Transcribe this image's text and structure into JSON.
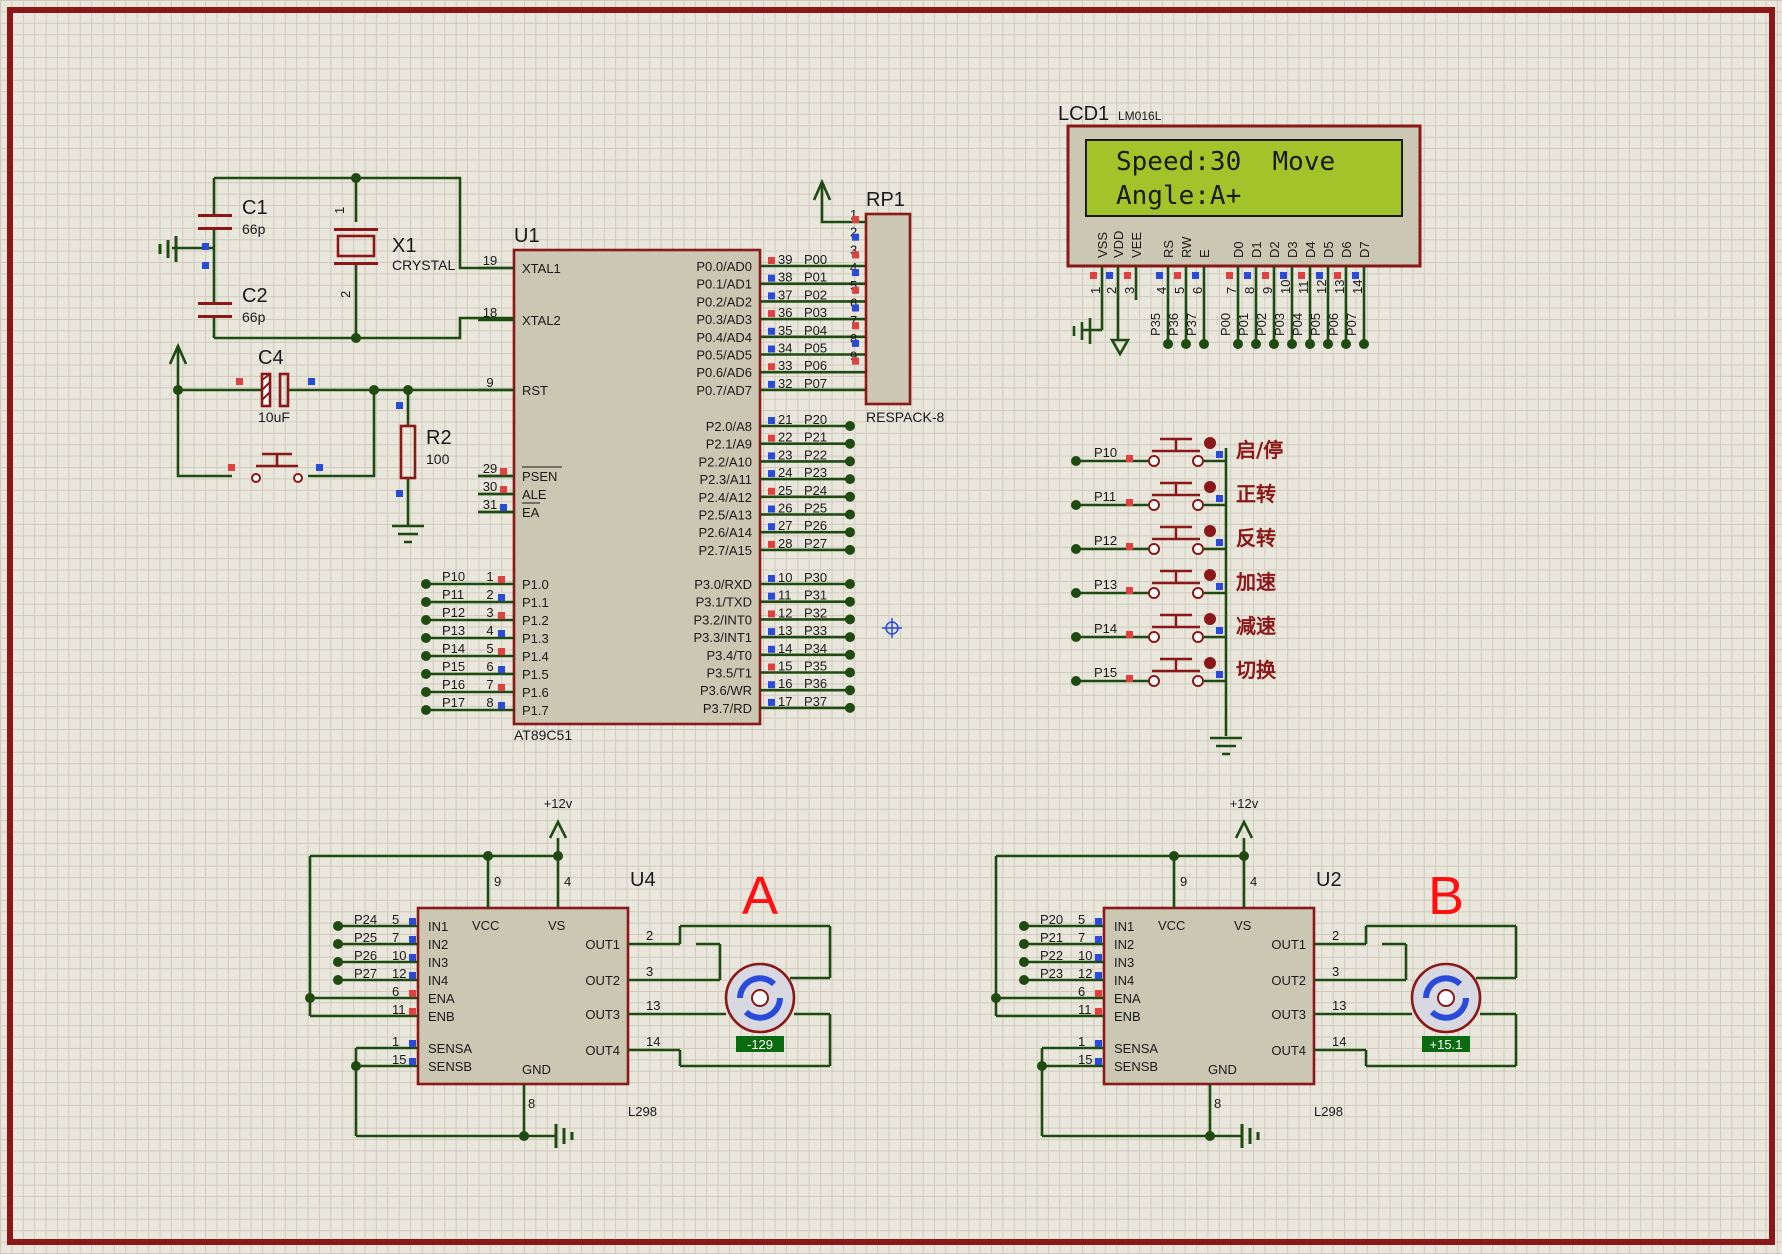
{
  "mcu": {
    "ref": "U1",
    "part": "AT89C51",
    "left_pins": [
      "XTAL1",
      "XTAL2",
      "RST",
      "PSEN",
      "ALE",
      "EA",
      "P1.0",
      "P1.1",
      "P1.2",
      "P1.3",
      "P1.4",
      "P1.5",
      "P1.6",
      "P1.7"
    ],
    "left_nums": [
      "19",
      "18",
      "9",
      "29",
      "30",
      "31",
      "1",
      "2",
      "3",
      "4",
      "5",
      "6",
      "7",
      "8"
    ],
    "p1_nets": [
      "P10",
      "P11",
      "P12",
      "P13",
      "P14",
      "P15",
      "P16",
      "P17"
    ],
    "right_pins": [
      "P0.0/AD0",
      "P0.1/AD1",
      "P0.2/AD2",
      "P0.3/AD3",
      "P0.4/AD4",
      "P0.5/AD5",
      "P0.6/AD6",
      "P0.7/AD7",
      "P2.0/A8",
      "P2.1/A9",
      "P2.2/A10",
      "P2.3/A11",
      "P2.4/A12",
      "P2.5/A13",
      "P2.6/A14",
      "P2.7/A15",
      "P3.0/RXD",
      "P3.1/TXD",
      "P3.2/INT0",
      "P3.3/INT1",
      "P3.4/T0",
      "P3.5/T1",
      "P3.6/WR",
      "P3.7/RD"
    ],
    "right_nums": [
      "39",
      "38",
      "37",
      "36",
      "35",
      "34",
      "33",
      "32",
      "21",
      "22",
      "23",
      "24",
      "25",
      "26",
      "27",
      "28",
      "10",
      "11",
      "12",
      "13",
      "14",
      "15",
      "16",
      "17"
    ],
    "right_nets": [
      "P00",
      "P01",
      "P02",
      "P03",
      "P04",
      "P05",
      "P06",
      "P07",
      "P20",
      "P21",
      "P22",
      "P23",
      "P24",
      "P25",
      "P26",
      "P27",
      "P30",
      "P31",
      "P32",
      "P33",
      "P34",
      "P35",
      "P36",
      "P37"
    ]
  },
  "crystal": {
    "c1": "C1",
    "c1v": "66p",
    "c2": "C2",
    "c2v": "66p",
    "x1": "X1",
    "x1v": "CRYSTAL",
    "p1": "1",
    "p2": "2"
  },
  "reset": {
    "c4": "C4",
    "c4v": "10uF",
    "r2": "R2",
    "r2v": "100"
  },
  "rp1": {
    "ref": "RP1",
    "part": "RESPACK-8",
    "pins": [
      "1",
      "2",
      "3",
      "4",
      "5",
      "6",
      "7",
      "8",
      "9"
    ]
  },
  "lcd": {
    "ref": "LCD1",
    "part": "LM016L",
    "line1": "Speed:30  Move",
    "line2": "Angle:A+",
    "pins": [
      "VSS",
      "VDD",
      "VEE",
      "RS",
      "RW",
      "E",
      "D0",
      "D1",
      "D2",
      "D3",
      "D4",
      "D5",
      "D6",
      "D7"
    ],
    "nums": [
      "1",
      "2",
      "3",
      "4",
      "5",
      "6",
      "7",
      "8",
      "9",
      "10",
      "11",
      "12",
      "13",
      "14"
    ],
    "nets": [
      "P35",
      "P36",
      "P37",
      "P00",
      "P01",
      "P02",
      "P03",
      "P04",
      "P05",
      "P06",
      "P07"
    ]
  },
  "buttons": [
    {
      "net": "P10",
      "label": "启/停"
    },
    {
      "net": "P11",
      "label": "正转"
    },
    {
      "net": "P12",
      "label": "反转"
    },
    {
      "net": "P13",
      "label": "加速"
    },
    {
      "net": "P14",
      "label": "减速"
    },
    {
      "net": "P15",
      "label": "切换"
    }
  ],
  "drivers": [
    {
      "ref": "U4",
      "part": "L298",
      "supply": "+12v",
      "motor": "A",
      "reading": "-129",
      "nets": [
        "P24",
        "P25",
        "P26",
        "P27"
      ]
    },
    {
      "ref": "U2",
      "part": "L298",
      "supply": "+12v",
      "motor": "B",
      "reading": "+15.1",
      "nets": [
        "P20",
        "P21",
        "P22",
        "P23"
      ]
    }
  ],
  "l298": {
    "left_pins": [
      "IN1",
      "IN2",
      "IN3",
      "IN4",
      "ENA",
      "ENB",
      "SENSA",
      "SENSB"
    ],
    "left_nums": [
      "5",
      "7",
      "10",
      "12",
      "6",
      "11",
      "1",
      "15"
    ],
    "right_pins": [
      "OUT1",
      "OUT2",
      "OUT3",
      "OUT4"
    ],
    "right_nums": [
      "2",
      "3",
      "13",
      "14"
    ],
    "top_pins": [
      "VCC",
      "VS"
    ],
    "top_nums": [
      "9",
      "4"
    ],
    "gnd": "GND",
    "gnd_num": "8"
  }
}
